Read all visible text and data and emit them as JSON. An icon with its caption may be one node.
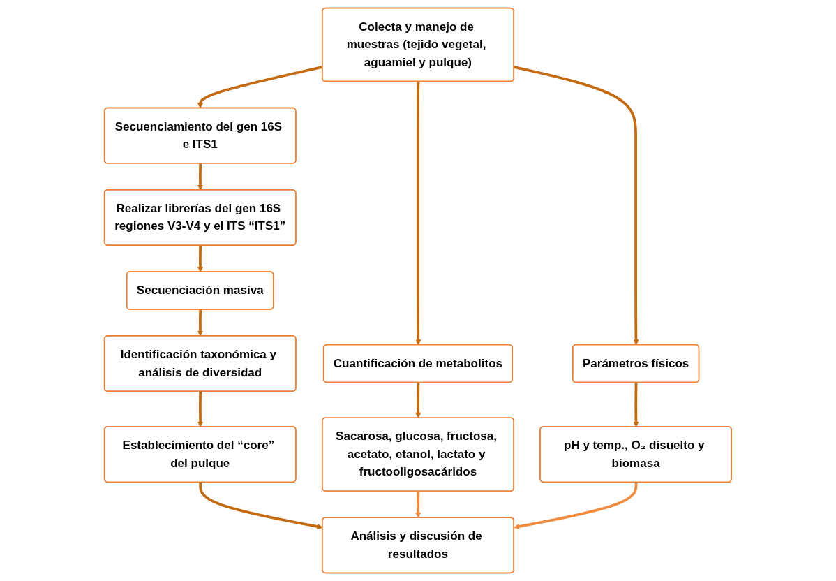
{
  "diagram": {
    "nodes": [
      {
        "text": [
          "Colecta y manejo de muestras (tejido vegetal, aguamiel y pulque)"
        ]
      },
      {
        "text": [
          "Cuantificación de metabolitos"
        ]
      },
      {
        "text": [
          "Parámetros físicos"
        ]
      },
      {
        "text": [
          "Secuenciamiento del gen 16S e ITS1"
        ]
      },
      {
        "text": [
          "Sacarosa, glucosa, fructosa, acetato, etanol, lactato y fructooligosacáridos"
        ]
      },
      {
        "text": [
          "pH y temp., O₂ disuelto y biomasa"
        ]
      },
      {
        "text": [
          "Realizar librerías del gen 16S regiones V3-V4 y el ITS “ITS1”"
        ]
      },
      {
        "text": [
          "Secuenciación masiva"
        ]
      },
      {
        "text": [
          "Identificación taxonómica y análisis de diversidad"
        ]
      },
      {
        "text": [
          "Establecimiento del “core” del pulque"
        ]
      },
      {
        "text": [
          "Análisis y discusión de resultados"
        ]
      }
    ],
    "edges": [
      {
        "from": 0,
        "to": 1,
        "arrow": "to"
      },
      {
        "from": 0,
        "to": 2,
        "arrow": "to"
      },
      {
        "from": 0,
        "to": 3,
        "arrow": "to"
      },
      {
        "from": 1,
        "to": 4,
        "arrow": "to"
      },
      {
        "from": 2,
        "to": 5,
        "arrow": "to"
      },
      {
        "from": 3,
        "to": 6,
        "arrow": "to"
      },
      {
        "from": 6,
        "to": 7,
        "arrow": "to"
      },
      {
        "from": 7,
        "to": 8,
        "arrow": "to"
      },
      {
        "from": 8,
        "to": 9,
        "arrow": "to"
      },
      {
        "from": 9,
        "to": 10,
        "arrow": "to"
      },
      {
        "from": 4,
        "to": 10,
        "arrow": "to",
        "color": "#f08a3c"
      },
      {
        "from": 5,
        "to": 10,
        "arrow": "to",
        "color": "#f08a3c"
      }
    ]
  }
}
